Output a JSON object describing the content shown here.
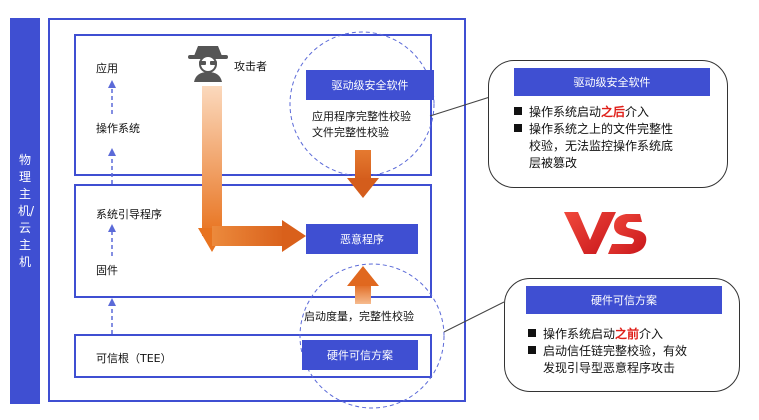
{
  "host_label": "物理主机/云主机",
  "attacker_label": "攻击者",
  "upper_layer": {
    "app": "应用",
    "os": "操作系统",
    "driver_button": "驱动级安全软件",
    "check_1": "应用程序完整性校验",
    "check_2": "文件完整性校验"
  },
  "middle_layer": {
    "bootloader": "系统引导程序",
    "firmware": "固件",
    "malware_button": "恶意程序"
  },
  "bottom_layer": {
    "root_of_trust": "可信根（TEE）",
    "hardware_button": "硬件可信方案",
    "measure_text": "启动度量，完整性校验"
  },
  "vs_label": "VS",
  "callout_software": {
    "title": "驱动级安全软件",
    "b1_pre": "操作系统启动",
    "b1_em": "之后",
    "b1_post": "介入",
    "b2_line1": "操作系统之上的文件完整性",
    "b2_line2": "校验，无法监控操作系统底",
    "b2_line3": "层被篡改"
  },
  "callout_hardware": {
    "title": "硬件可信方案",
    "b1_pre": "操作系统启动",
    "b1_em": "之前",
    "b1_post": "介入",
    "b2_line1": "启动信任链完整校验，有效",
    "b2_line2": "发现引导型恶意程序攻击"
  },
  "colors": {
    "blue": "#3f4fd2",
    "orange": "#e8731f",
    "red": "#e0201a"
  }
}
